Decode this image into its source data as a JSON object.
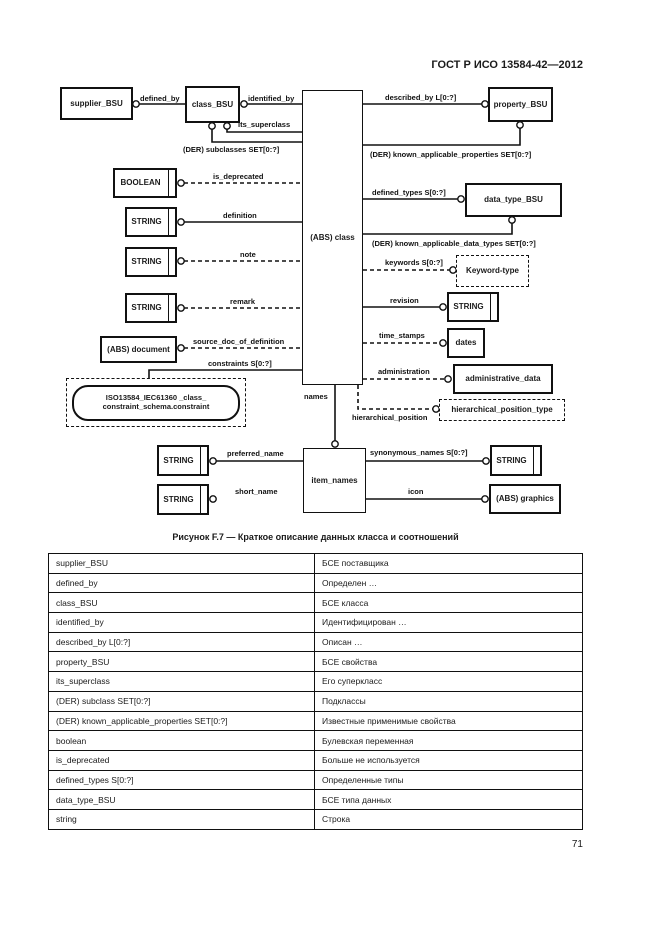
{
  "page": {
    "header": "ГОСТ Р ИСО 13584-42—2012",
    "page_number": "71"
  },
  "figure": {
    "caption": "Рисунок F.7 — Краткое описание данных класса и соотношений",
    "nodes": {
      "supplier_bsu": "supplier_BSU",
      "class_bsu": "class_BSU",
      "abs_class": "(ABS) class",
      "property_bsu": "property_BSU",
      "boolean_type": "BOOLEAN",
      "string_type": "STRING",
      "abs_document": "(ABS) document",
      "data_type_bsu": "data_type_BSU",
      "keyword_type": "Keyword-type",
      "dates": "dates",
      "administrative_data": "administrative_data",
      "hierarchical_position_type": "hierarchical_position_type",
      "item_names": "item_names",
      "abs_graphics": "(ABS) graphics",
      "constraint_ref_line1": "ISO13584_IEC61360 _class_",
      "constraint_ref_line2": "constraint_schema.constraint"
    },
    "relations": {
      "defined_by": "defined_by",
      "identified_by": "identified_by",
      "its_superclass": "its_superclass",
      "der_subclasses": "(DER) subclasses SET[0:?]",
      "described_by": "described_by L[0:?]",
      "der_known_applicable_properties": "(DER) known_applicable_properties SET[0:?]",
      "is_deprecated": "is_deprecated",
      "definition": "definition",
      "note": "note",
      "remark": "remark",
      "source_doc_of_definition": "source_doc_of_definition",
      "constraints": "constraints S[0:?]",
      "defined_types": "defined_types S[0:?]",
      "der_known_applicable_data_types": "(DER) known_applicable_data_types SET[0:?]",
      "keywords": "keywords S[0:?]",
      "revision": "revision",
      "time_stamps": "time_stamps",
      "administration": "administration",
      "hierarchical_position": "hierarchical_position",
      "names": "names",
      "preferred_name": "preferred_name",
      "short_name": "short_name",
      "synonymous_names": "synonymous_names S[0:?]",
      "icon": "icon"
    }
  },
  "table": {
    "rows": [
      {
        "term": "supplier_BSU",
        "desc": "БСЕ поставщика"
      },
      {
        "term": "defined_by",
        "desc": "Определен …"
      },
      {
        "term": "class_BSU",
        "desc": "БСЕ класса"
      },
      {
        "term": "identified_by",
        "desc": "Идентифицирован …"
      },
      {
        "term": "described_by L[0:?]",
        "desc": "Описан …"
      },
      {
        "term": "property_BSU",
        "desc": "БСЕ свойства"
      },
      {
        "term": "its_superclass",
        "desc": "Его суперкласс"
      },
      {
        "term": "(DER) subclass SET[0:?]",
        "desc": "Подклассы"
      },
      {
        "term": "(DER) known_applicable_properties SET[0:?]",
        "desc": "Известные применимые свойства"
      },
      {
        "term": "boolean",
        "desc": "Булевская переменная"
      },
      {
        "term": "is_deprecated",
        "desc": "Больше не используется"
      },
      {
        "term": "defined_types S[0:?]",
        "desc": "Определенные типы"
      },
      {
        "term": "data_type_BSU",
        "desc": "БСЕ типа данных"
      },
      {
        "term": "string",
        "desc": "Строка"
      }
    ]
  }
}
